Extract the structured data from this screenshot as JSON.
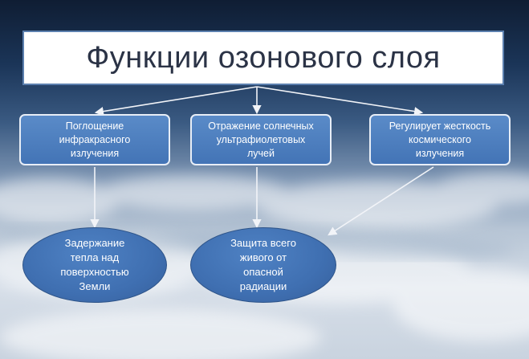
{
  "title": "Функции озонового слоя",
  "functions": [
    {
      "label": "Поглощение\nинфракрасного\nизлучения"
    },
    {
      "label": "Отражение солнечных\nультрафиолетовых\nлучей"
    },
    {
      "label": "Регулирует жесткость\nкосмического\nизлучения"
    }
  ],
  "results": [
    {
      "label": "Задержание\nтепла над\nповерхностью\nЗемли"
    },
    {
      "label": "Защита всего\nживого от\nопасной\nрадиации"
    }
  ],
  "colors": {
    "box_fill": "#4a7dbf",
    "ellipse_fill": "#3f6fb1",
    "arrow": "#f2f4f8",
    "title_border": "#5b7fae"
  }
}
